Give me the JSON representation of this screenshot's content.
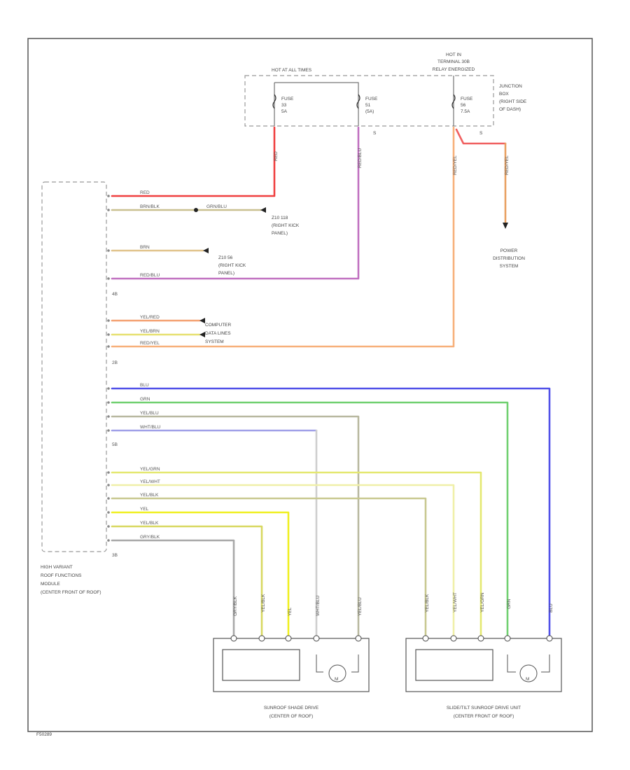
{
  "junction_box": {
    "hot1": "HOT AT ALL TIMES",
    "hot2_line1": "HOT IN",
    "hot2_line2": "TERMINAL 30B",
    "hot2_line3": "RELAY ENERGIZED",
    "label_line1": "JUNCTION",
    "label_line2": "BOX",
    "label_line3": "(RIGHT SIDE",
    "label_line4": "OF DASH)",
    "fuse1": {
      "l1": "FUSE",
      "l2": "33",
      "l3": "5A"
    },
    "fuse2": {
      "l1": "FUSE",
      "l2": "51",
      "l3": "(5A)"
    },
    "fuse3": {
      "l1": "FUSE",
      "l2": "56",
      "l3": "7.5A"
    },
    "terminal_marks": [
      "S",
      "S"
    ]
  },
  "wires": {
    "red": "RED",
    "brnblk": "BRN/BLK",
    "grnblu": "GRN/BLU",
    "brn": "BRN",
    "redblu": "RED/BLU",
    "yelred": "YEL/RED",
    "yelbrn": "YEL/BRN",
    "redyel": "RED/YEL",
    "blu": "BLU",
    "grn": "GRN",
    "yelblu": "YEL/BLU",
    "wht": "WHT/BLU",
    "yelgrn": "YEL/GRN",
    "yelwht": "YEL/WHT",
    "yelblk": "YEL/BLK",
    "yel": "YEL",
    "yelblk2": "YEL/BLK",
    "grybk": "GRY/BLK"
  },
  "grounds": {
    "g1_l1": "Z10 118",
    "g1_l2": "(RIGHT KICK",
    "g1_l3": "PANEL)",
    "g2_l1": "Z10 56",
    "g2_l2": "(RIGHT KICK",
    "g2_l3": "PANEL)"
  },
  "computer": {
    "l1": "COMPUTER",
    "l2": "DATA LINES",
    "l3": "SYSTEM"
  },
  "power": {
    "l1": "POWER",
    "l2": "DISTRIBUTION",
    "l3": "SYSTEM"
  },
  "module": {
    "l1": "HIGH VARIANT",
    "l2": "ROOF FUNCTIONS",
    "l3": "MODULE",
    "l4": "(CENTER FRONT OF ROOF)",
    "conn_labels": [
      "4B",
      "2B",
      "5B",
      "3B"
    ]
  },
  "shade": {
    "l1": "SUNROOF SHADE DRIVE",
    "l2": "(CENTER OF ROOF)",
    "motor": "M"
  },
  "slide": {
    "l1": "SLIDE/TILT SUNROOF DRIVE UNIT",
    "l2": "(CENTER FRONT OF ROOF)",
    "motor": "M"
  },
  "figure_id": "F50289"
}
